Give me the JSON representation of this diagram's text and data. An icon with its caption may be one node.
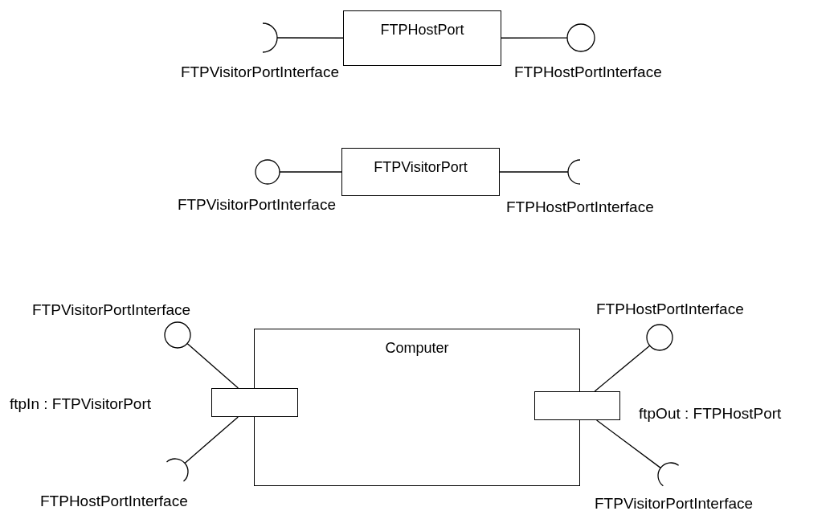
{
  "diagram": {
    "nodes": [
      {
        "text": [
          "FTPHostPort"
        ]
      },
      {
        "text": [],
        "shape": "arc",
        "beside": [
          "FTPVisitorPortInterface"
        ]
      },
      {
        "text": [],
        "shape": "circle",
        "beside": [
          "FTPHostPortInterface"
        ]
      },
      {
        "text": [
          "FTPVisitorPort"
        ]
      },
      {
        "text": [],
        "shape": "circle",
        "beside": [
          "FTPVisitorPortInterface"
        ]
      },
      {
        "text": [],
        "shape": "arc",
        "beside": [
          "FTPHostPortInterface"
        ]
      },
      {
        "text": [
          "Computer"
        ]
      },
      {
        "text": [],
        "shape": "box",
        "beside": [
          "ftpIn : FTPVisitorPort"
        ]
      },
      {
        "text": [],
        "shape": "circle",
        "beside": [
          "FTPVisitorPortInterface"
        ]
      },
      {
        "text": [],
        "shape": "arc",
        "beside": [
          "FTPHostPortInterface"
        ]
      },
      {
        "text": [],
        "shape": "box",
        "beside": [
          "ftpOut : FTPHostPort"
        ]
      },
      {
        "text": [],
        "shape": "circle",
        "beside": [
          "FTPHostPortInterface"
        ]
      },
      {
        "text": [],
        "shape": "arc",
        "beside": [
          "FTPVisitorPortInterface"
        ]
      }
    ],
    "edges": [
      {
        "from": 1,
        "to": 0,
        "arrow": "none"
      },
      {
        "from": 0,
        "to": 2,
        "arrow": "none"
      },
      {
        "from": 4,
        "to": 3,
        "arrow": "none"
      },
      {
        "from": 3,
        "to": 5,
        "arrow": "none"
      },
      {
        "from": 8,
        "to": 7,
        "arrow": "none"
      },
      {
        "from": 7,
        "to": 9,
        "arrow": "none"
      },
      {
        "from": 11,
        "to": 10,
        "arrow": "none"
      },
      {
        "from": 10,
        "to": 12,
        "arrow": "none"
      }
    ]
  }
}
